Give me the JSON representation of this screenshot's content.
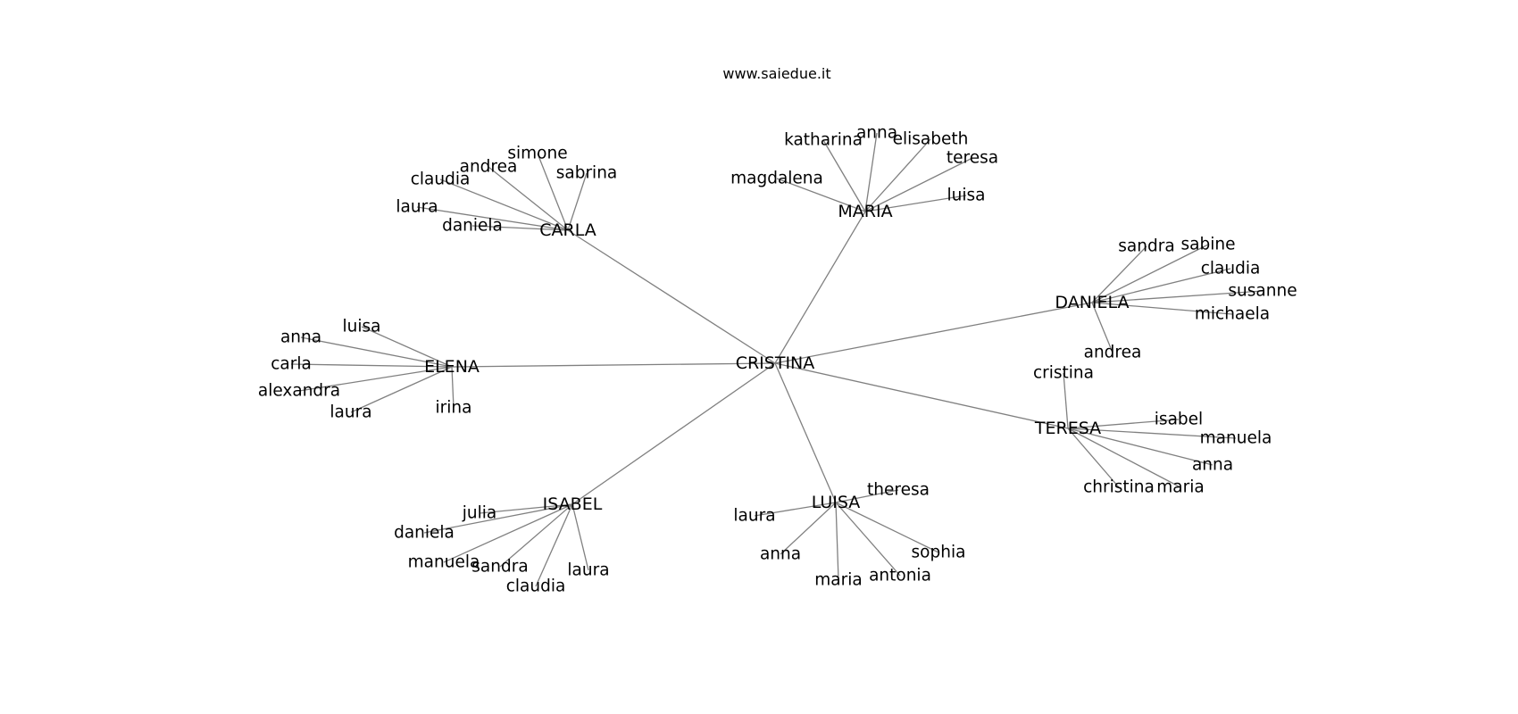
{
  "caption": "www.saiedue.it",
  "graph": {
    "root": "CRISTINA",
    "hubs": [
      {
        "name": "CARLA",
        "children": [
          "simone",
          "andrea",
          "claudia",
          "sabrina",
          "laura",
          "daniela"
        ]
      },
      {
        "name": "MARIA",
        "children": [
          "katharina",
          "anna",
          "elisabeth",
          "teresa",
          "magdalena",
          "luisa"
        ]
      },
      {
        "name": "DANIELA",
        "children": [
          "sandra",
          "sabine",
          "claudia",
          "susanne",
          "michaela",
          "andrea"
        ]
      },
      {
        "name": "ELENA",
        "children": [
          "luisa",
          "anna",
          "carla",
          "alexandra",
          "laura",
          "irina"
        ]
      },
      {
        "name": "TERESA",
        "children": [
          "cristina",
          "isabel",
          "manuela",
          "anna",
          "christina",
          "maria"
        ]
      },
      {
        "name": "ISABEL",
        "children": [
          "julia",
          "daniela",
          "manuela",
          "sandra",
          "claudia",
          "laura"
        ]
      },
      {
        "name": "LUISA",
        "children": [
          "theresa",
          "laura",
          "anna",
          "sophia",
          "maria",
          "antonia"
        ]
      }
    ]
  }
}
